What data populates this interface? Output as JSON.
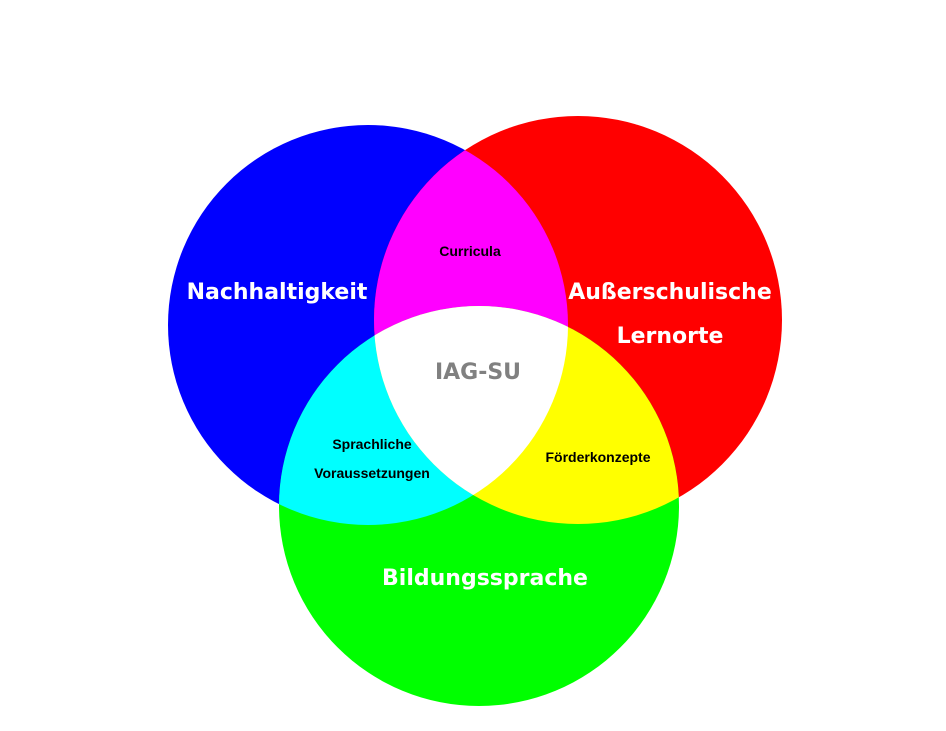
{
  "circles": {
    "blue": {
      "label": "Nachhaltigkeit",
      "color": "#0000ff"
    },
    "red": {
      "label_line1": "Außerschulische",
      "label_line2": "Lernorte",
      "color": "#ff0000"
    },
    "green": {
      "label": "Bildungssprache",
      "color": "#00ff00"
    }
  },
  "overlaps": {
    "blue_red": {
      "label": "Curricula",
      "color": "#ff00ff"
    },
    "blue_green": {
      "label_line1": "Sprachliche",
      "label_line2": "Voraussetzungen",
      "color": "#00ffff"
    },
    "red_green": {
      "label": "Förderkonzepte",
      "color": "#ffff00"
    },
    "center": {
      "label": "IAG-SU",
      "color": "#ffffff"
    }
  }
}
